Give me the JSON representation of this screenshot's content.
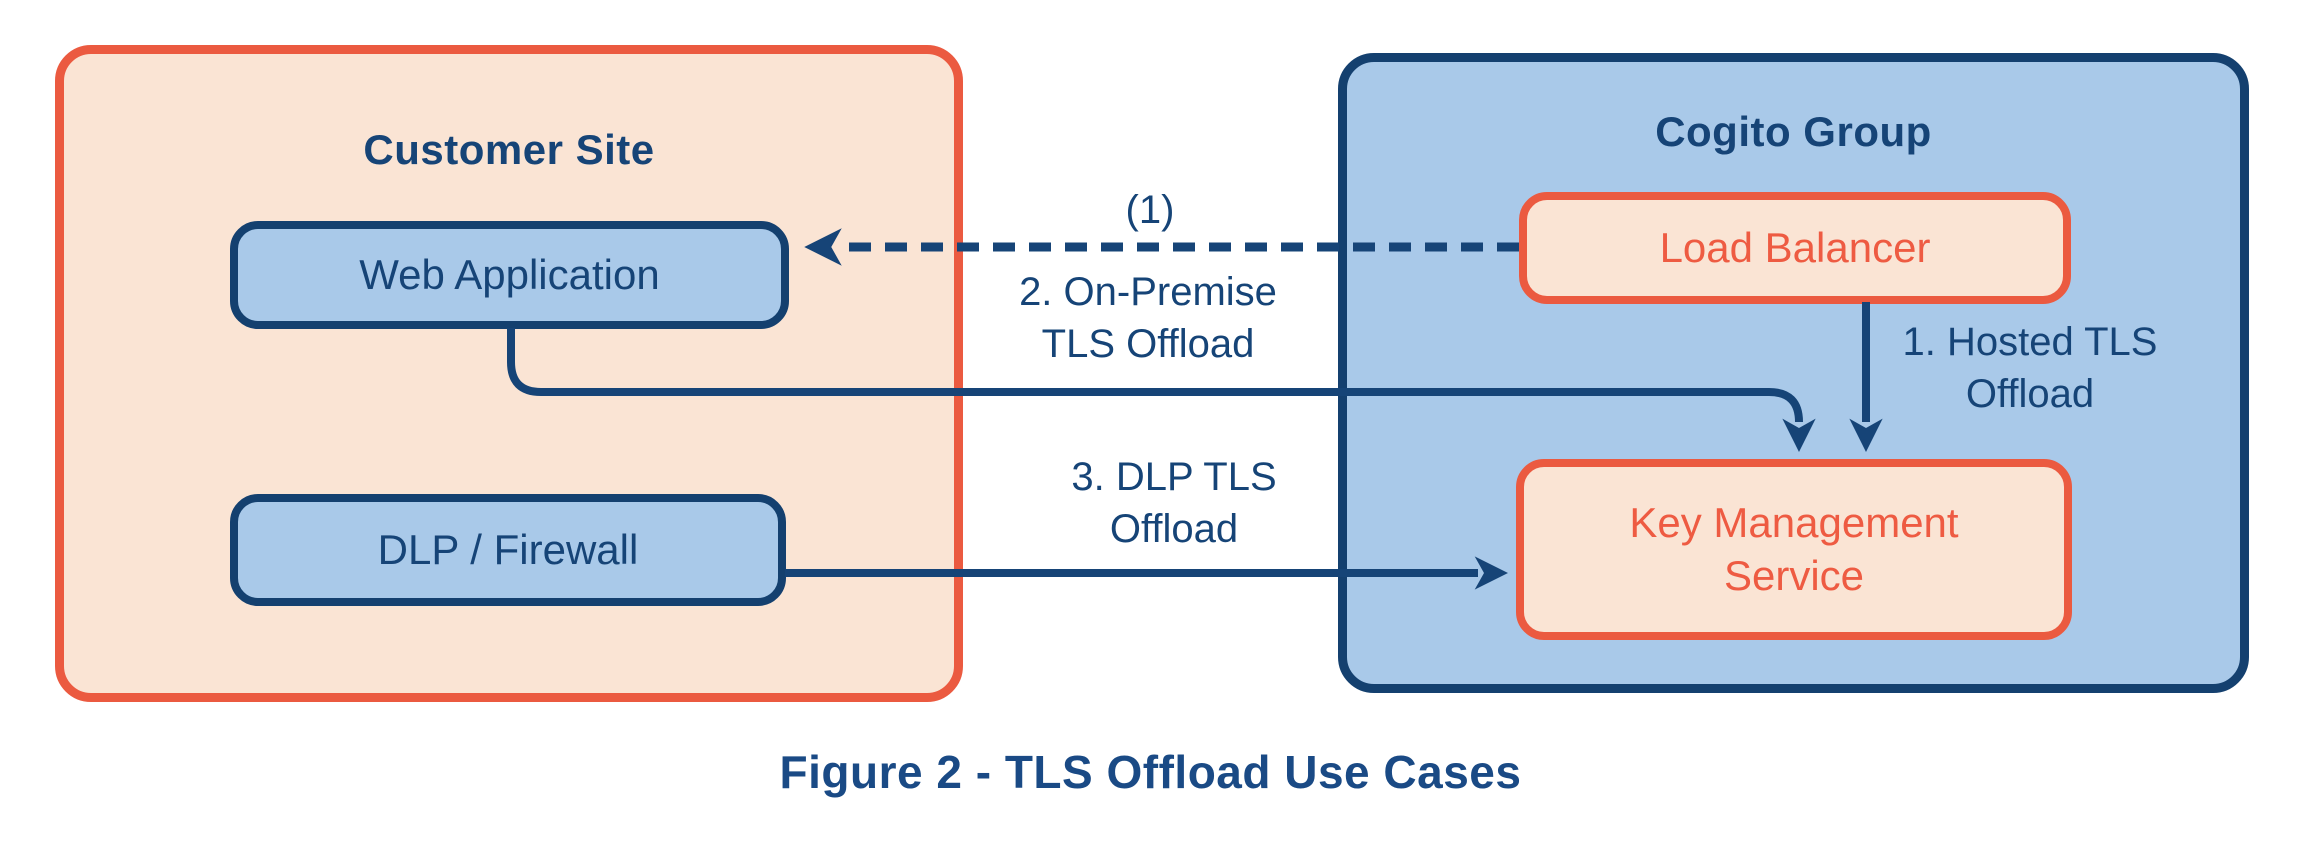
{
  "caption": "Figure 2 - TLS Offload Use Cases",
  "customer_site": {
    "title": "Customer Site",
    "web_application": "Web Application",
    "dlp_firewall": "DLP / Firewall"
  },
  "cogito_group": {
    "title": "Cogito Group",
    "load_balancer": "Load Balancer",
    "key_management_service": "Key Management Service"
  },
  "flows": {
    "return_marker": "(1)",
    "hosted": {
      "line1": "1. Hosted TLS",
      "line2": "Offload"
    },
    "on_premise": {
      "line1": "2. On-Premise",
      "line2": "TLS Offload"
    },
    "dlp": {
      "line1": "3. DLP TLS",
      "line2": "Offload"
    }
  },
  "colors": {
    "navy_text": "#164477",
    "navy_border": "#14406f",
    "orange_border": "#eb5a40",
    "orange_text": "#ee5b42",
    "peach_fill": "#fae4d4",
    "light_blue_fill": "#a9c9e9",
    "caption_blue": "#1a4a85",
    "background": "#ffffff"
  }
}
